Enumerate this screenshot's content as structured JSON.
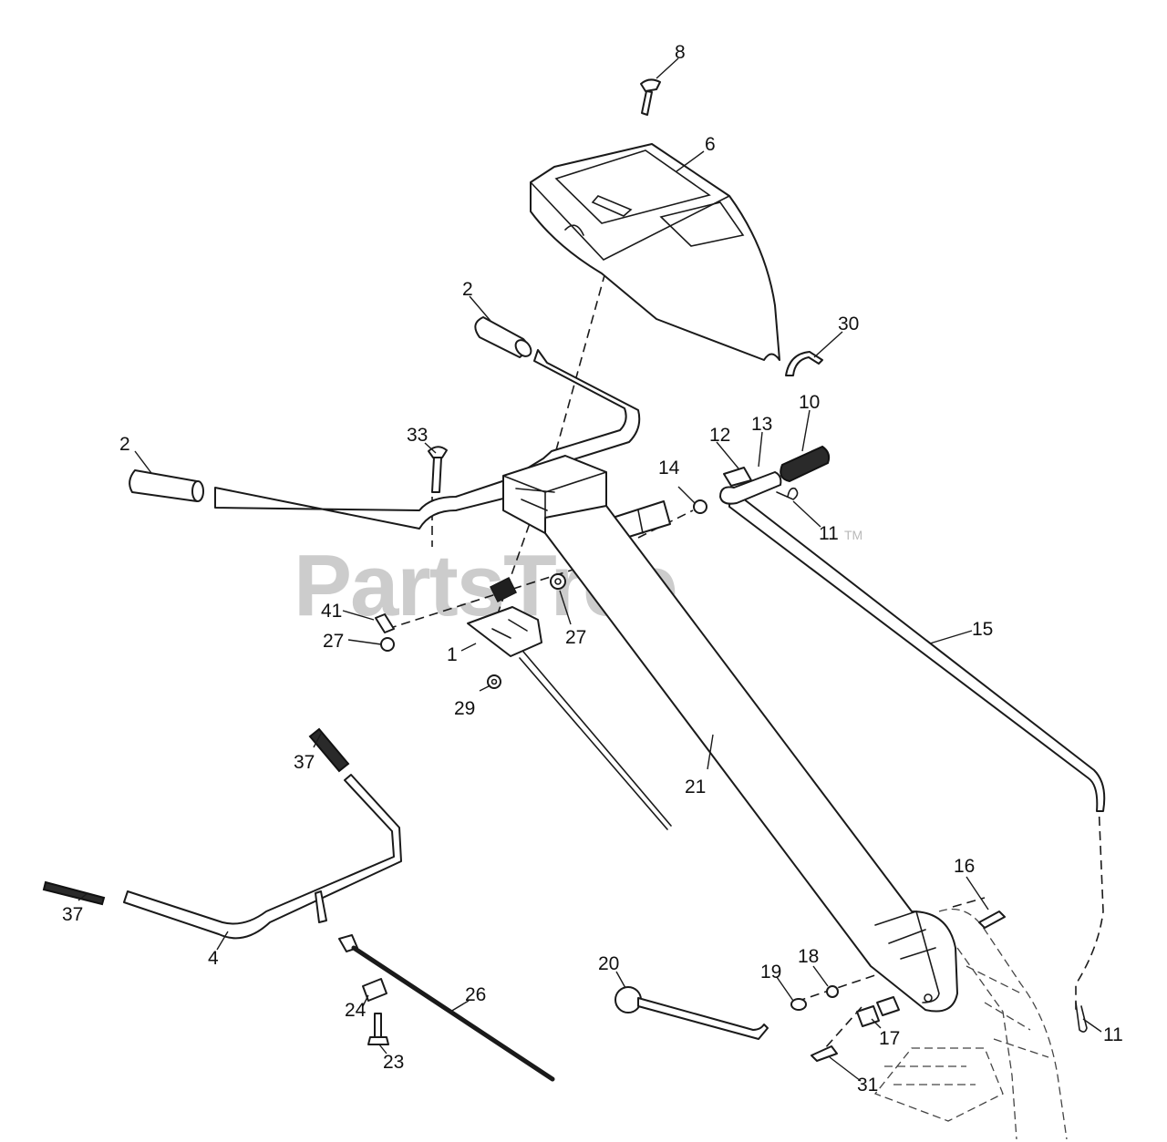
{
  "watermark": {
    "brand": "PartsTree",
    "trademark": "TM"
  },
  "callouts": {
    "c8": "8",
    "c6": "6",
    "c2a": "2",
    "c30": "30",
    "c2b": "2",
    "c33": "33",
    "c12": "12",
    "c13": "13",
    "c10": "10",
    "c14": "14",
    "c11a": "11",
    "c41": "41",
    "c27a": "27",
    "c1": "1",
    "c27b": "27",
    "c15": "15",
    "c29": "29",
    "c37a": "37",
    "c21": "21",
    "c37b": "37",
    "c16": "16",
    "c4": "4",
    "c20": "20",
    "c19": "19",
    "c18": "18",
    "c26": "26",
    "c24": "24",
    "c17": "17",
    "c11b": "11",
    "c23": "23",
    "c31": "31"
  }
}
